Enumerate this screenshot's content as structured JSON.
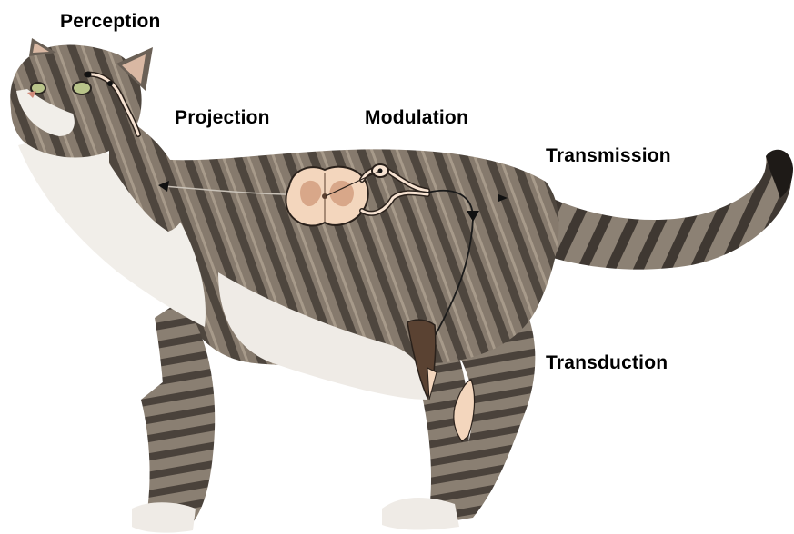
{
  "labels": {
    "perception": "Perception",
    "projection": "Projection",
    "modulation": "Modulation",
    "transmission": "Transmission",
    "transduction": "Transduction"
  },
  "colors": {
    "fur_dark": "#4e463e",
    "fur_mid": "#7c7266",
    "fur_light": "#a89c8c",
    "fur_white": "#f1eee9",
    "tissue": "#f3d6bd",
    "nerve_outline": "#2a211b",
    "nerve_fill": "#f7e3d2"
  }
}
